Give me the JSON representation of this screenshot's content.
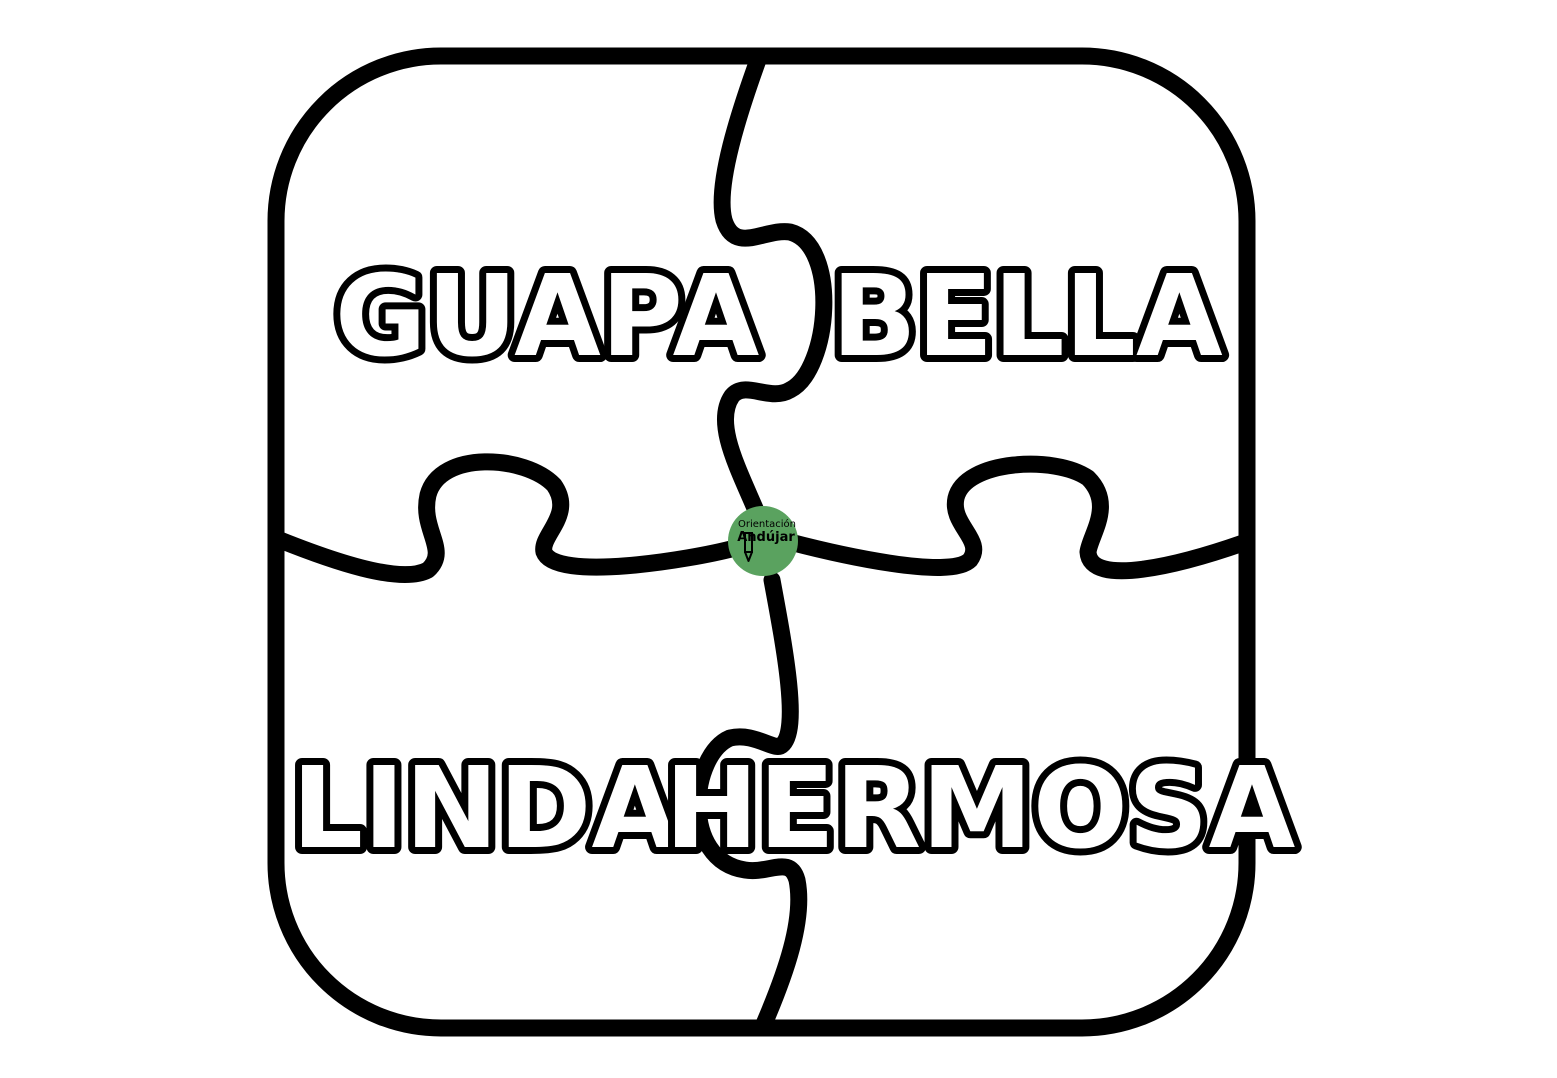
{
  "puzzle": {
    "pieces": [
      {
        "id": "top-left",
        "word": "GUAPA"
      },
      {
        "id": "top-right",
        "word": "BELLA"
      },
      {
        "id": "bottom-left",
        "word": "LINDA"
      },
      {
        "id": "bottom-right",
        "word": "HERMOSA"
      }
    ]
  },
  "logo": {
    "line1": "Orientación",
    "line2": "Andújar",
    "icon": "pencil-icon",
    "color": "#5aa25f"
  },
  "colors": {
    "outline": "#000000",
    "background": "#ffffff"
  }
}
